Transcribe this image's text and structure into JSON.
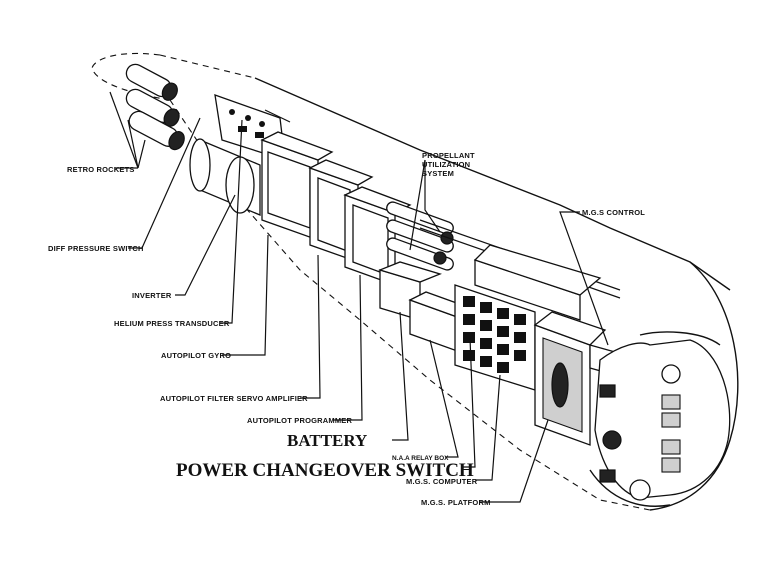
{
  "labels": {
    "retro_rockets": "RETRO ROCKETS",
    "diff_pressure_switch": "DIFF PRESSURE SWITCH",
    "inverter": "INVERTER",
    "helium_press_transducer": "HELIUM PRESS TRANSDUCER",
    "autopilot_gyro": "AUTOPILOT GYRO",
    "autopilot_filter_servo_amplifier": "AUTOPILOT FILTER SERVO AMPLIFIER",
    "autopilot_programmer": "AUTOPILOT PROGRAMMER",
    "battery": "BATTERY",
    "naa_relay_box": "N.A.A RELAY BOX",
    "power_changeover_switch": "POWER CHANGEOVER SWITCH",
    "mgs_computer": "M.G.S. COMPUTER",
    "mgs_platform": "M.G.S. PLATFORM",
    "mgs_control": "M.G.S CONTROL",
    "propellant_1": "PROPELLANT",
    "propellant_2": "UTILIZATION",
    "propellant_3": "SYSTEM"
  },
  "colors": {
    "ink": "#111111",
    "paper": "#ffffff"
  }
}
